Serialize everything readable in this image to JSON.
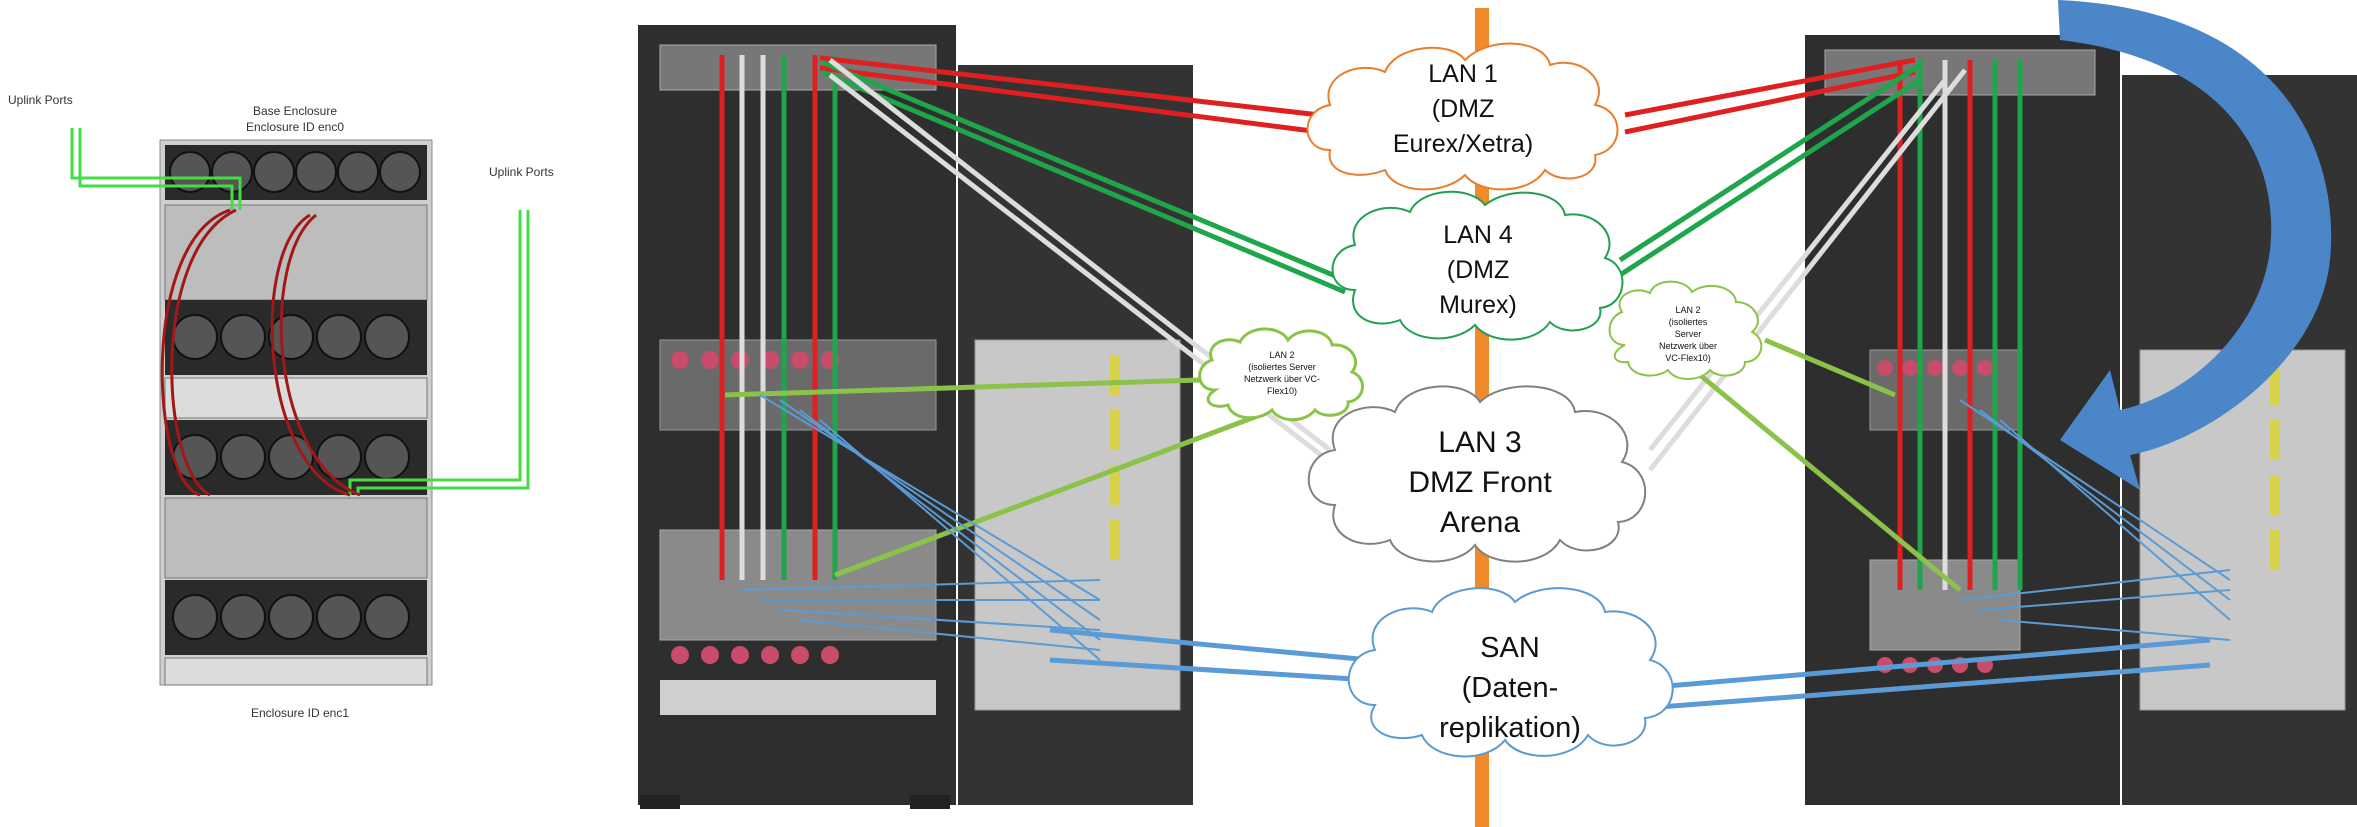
{
  "left_enclosure": {
    "uplink_left": "Uplink Ports",
    "uplink_right": "Uplink Ports",
    "title_line1": "Base Enclosure",
    "title_line2": "Enclosure ID enc0",
    "bottom_label": "Enclosure ID enc1"
  },
  "clouds": {
    "lan1": {
      "line1": "LAN 1",
      "line2": "(DMZ",
      "line3": "Eurex/Xetra)",
      "color": "#e87f2e"
    },
    "lan4": {
      "line1": "LAN 4",
      "line2": "(DMZ",
      "line3": "Murex)",
      "color": "#22a050"
    },
    "lan2_left": {
      "line1": "LAN 2",
      "line2": "(isoliertes Server",
      "line3": "Netzwerk über VC-",
      "line4": "Flex10)",
      "color": "#8bc34a"
    },
    "lan2_right": {
      "line1": "LAN 2",
      "line2": "(isoliertes",
      "line3": "Server",
      "line4": "Netzwerk über",
      "line5": "VC-Flex10)",
      "color": "#8bc34a"
    },
    "lan3": {
      "line1": "LAN 3",
      "line2": "DMZ Front",
      "line3": "Arena",
      "color": "#808080"
    },
    "san": {
      "line1": "SAN",
      "line2": "(Daten-",
      "line3": "replikation)",
      "color": "#5b9bd5"
    }
  },
  "colors": {
    "red": "#e02020",
    "green": "#1fa64a",
    "lightgreen": "#8bc34a",
    "white": "#dddddd",
    "blue": "#5b9bd5",
    "orange": "#f08a2a",
    "arrow": "#4a86c8",
    "rack": "#3a3a3a"
  }
}
